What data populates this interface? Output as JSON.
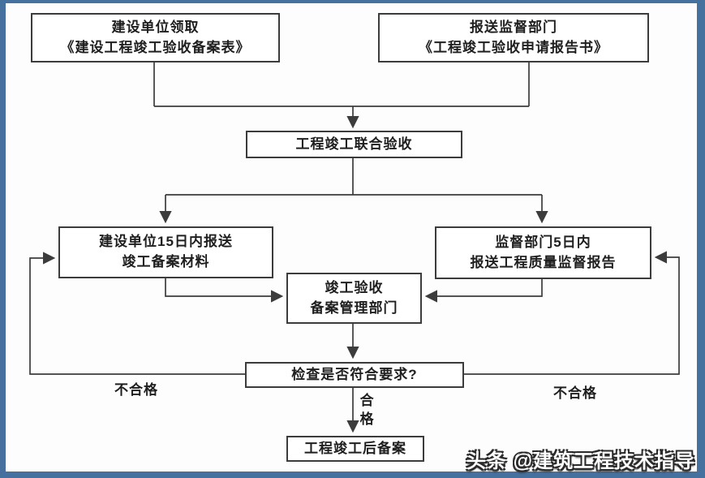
{
  "diagram": {
    "nodes": {
      "receive_form": {
        "lines": [
          "建设单位领取",
          "《建设工程竣工验收备案表》"
        ]
      },
      "submit_report": {
        "lines": [
          "报送监督部门",
          "《工程竣工验收申请报告书》"
        ]
      },
      "joint_acceptance": {
        "lines": [
          "工程竣工联合验收"
        ]
      },
      "builder_submit": {
        "lines": [
          "建设单位15日内报送",
          "竣工备案材料"
        ]
      },
      "supervisor_submit": {
        "lines": [
          "监督部门5日内",
          "报送工程质量监督报告"
        ]
      },
      "filing_department": {
        "lines": [
          "竣工验收",
          "备案管理部门"
        ]
      },
      "check": {
        "lines": [
          "检查是否符合要求?"
        ]
      },
      "final_filing": {
        "lines": [
          "工程竣工后备案"
        ]
      }
    },
    "edge_labels": {
      "pass": "合格",
      "fail_left": "不合格",
      "fail_right": "不合格"
    },
    "colors": {
      "frame": "#46709d",
      "line": "#3c3c3c",
      "box_bg": "#ffffff",
      "text": "#1f1f1f"
    }
  },
  "watermark": {
    "text": "头条 @建筑工程技术指导"
  }
}
